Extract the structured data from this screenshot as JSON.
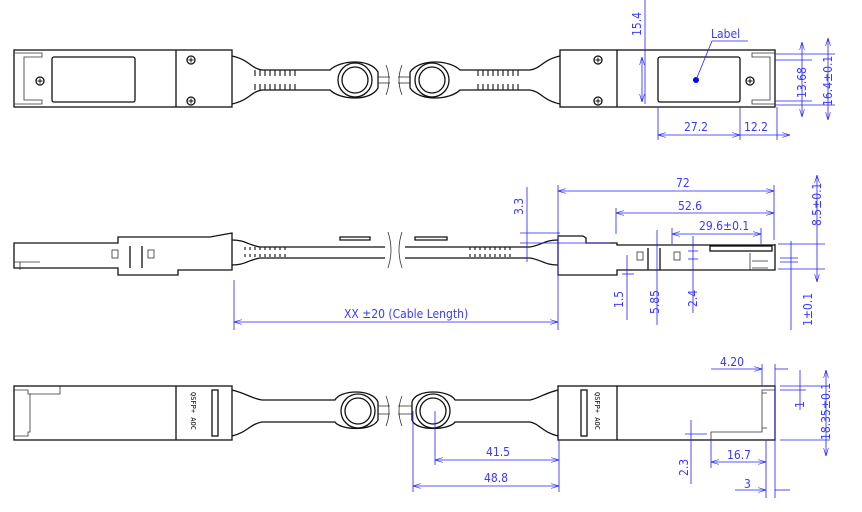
{
  "drawing": {
    "top_view": {
      "label_callout": "Label",
      "dims": {
        "d15_4": "15.4",
        "d13_68": "13.68",
        "d16_4": "16.4±0.1",
        "d27_2": "27.2",
        "d12_2": "12.2"
      }
    },
    "side_view": {
      "dims": {
        "d3_3": "3.3",
        "d72": "72",
        "d52_6": "52.6",
        "d29_6": "29.6±0.1",
        "d8_5": "8.5±0.1",
        "d1_5": "1.5",
        "d5_85": "5.85",
        "d2_4": "2.4",
        "d1": "1±0.1"
      },
      "cable_length": "XX ±20 (Cable Length)"
    },
    "bottom_view": {
      "marking": "QSFP+ AOC",
      "dims": {
        "d4_20": "4.20",
        "d1": "1",
        "d18_35": "18.35±0.1",
        "d41_5": "41.5",
        "d48_8": "48.8",
        "d2_3": "2.3",
        "d16_7": "16.7",
        "d3": "3"
      }
    },
    "colors": {
      "dimension": "#2020ff",
      "outline": "#111111"
    }
  }
}
